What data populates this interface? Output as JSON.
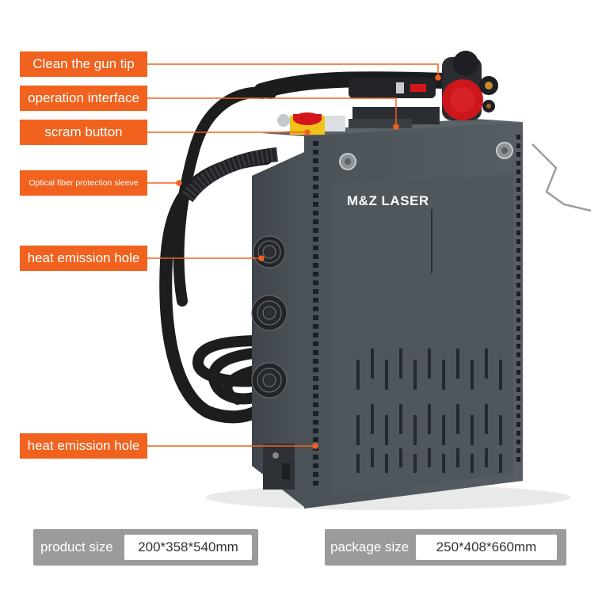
{
  "callouts": [
    {
      "text": "Clean the gun tip"
    },
    {
      "text": "operation interface"
    },
    {
      "text": "scram button"
    },
    {
      "text": "Optical fiber protection sleeve"
    },
    {
      "text": "heat emission hole"
    },
    {
      "text": "heat emission hole"
    }
  ],
  "product": {
    "brand": "M&Z LASER",
    "body_color": "#4e555c",
    "accent_color": "#f0621e",
    "emergency_color": "#d3161c"
  },
  "sizes": {
    "product_label": "product size",
    "product_value": "200*358*540mm",
    "package_label": "package size",
    "package_value": "250*408*660mm"
  }
}
